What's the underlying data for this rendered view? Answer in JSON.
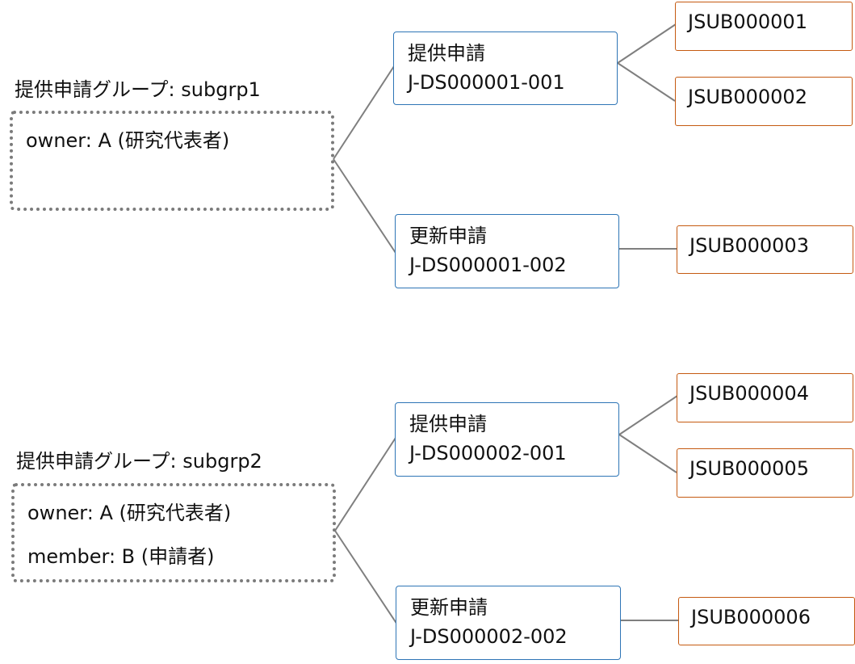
{
  "groups": [
    {
      "title": "提供申請グループ: subgrp1",
      "members": [
        "owner: A (研究代表者)"
      ],
      "applications": [
        {
          "type": "提供申請",
          "id": "J-DS000001-001",
          "submissions": [
            "JSUB000001",
            "JSUB000002"
          ]
        },
        {
          "type": "更新申請",
          "id": "J-DS000001-002",
          "submissions": [
            "JSUB000003"
          ]
        }
      ]
    },
    {
      "title": "提供申請グループ: subgrp2",
      "members": [
        "owner: A (研究代表者)",
        "member: B (申請者)"
      ],
      "applications": [
        {
          "type": "提供申請",
          "id": "J-DS000002-001",
          "submissions": [
            "JSUB000004",
            "JSUB000005"
          ]
        },
        {
          "type": "更新申請",
          "id": "J-DS000002-002",
          "submissions": [
            "JSUB000006"
          ]
        }
      ]
    }
  ],
  "colors": {
    "connector": "#7f7f7f",
    "group_border": "#7b7b7b",
    "application_border": "#2e75b6",
    "submission_border": "#c55a11"
  }
}
